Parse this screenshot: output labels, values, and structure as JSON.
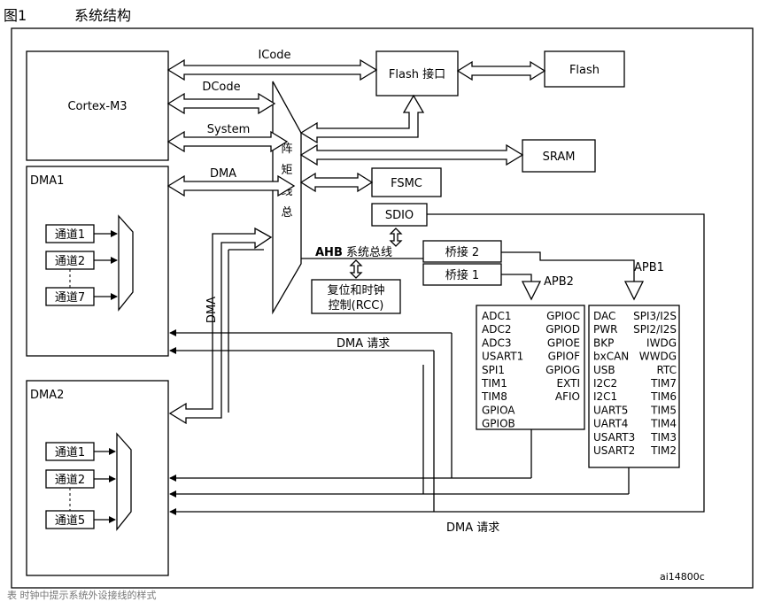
{
  "header": {
    "fig_num": "图1",
    "fig_title": "系统结构"
  },
  "cortex": "Cortex-M3",
  "buses": {
    "icode": "ICode",
    "dcode": "DCode",
    "system": "System",
    "dma": "DMA"
  },
  "flash_if": "Flash 接口",
  "flash": "Flash",
  "sram": "SRAM",
  "fsmc": "FSMC",
  "sdio": "SDIO",
  "matrix": [
    "总",
    "线",
    "矩",
    "阵"
  ],
  "ahb": {
    "bold": "AHB",
    "rest": "系统总线"
  },
  "bridge2": "桥接 2",
  "bridge1": "桥接 1",
  "apb2": "APB2",
  "apb1": "APB1",
  "rcc": {
    "line1": "复位和时钟",
    "line2": "控制(RCC)"
  },
  "dma1": {
    "title": "DMA1",
    "channels": [
      "通道1",
      "通道2",
      "通道7"
    ]
  },
  "dma2": {
    "title": "DMA2",
    "channels": [
      "通道1",
      "通道2",
      "通道5"
    ]
  },
  "dma_vertical": "DMA",
  "dma_request": "DMA 请求",
  "apb2_periph": {
    "left": [
      "ADC1",
      "ADC2",
      "ADC3",
      "USART1",
      "SPI1",
      "TIM1",
      "TIM8",
      "GPIOA",
      "GPIOB"
    ],
    "right": [
      "GPIOC",
      "GPIOD",
      "GPIOE",
      "GPIOF",
      "GPIOG",
      "EXTI",
      "AFIO"
    ]
  },
  "apb1_periph": {
    "left": [
      "DAC",
      "PWR",
      "BKP",
      "bxCAN",
      "USB",
      "I2C2",
      "I2C1",
      "UART5",
      "UART4",
      "USART3",
      "USART2"
    ],
    "right": [
      "SPI3/I2S",
      "SPI2/I2S",
      "IWDG",
      "WWDG",
      "RTC",
      "TIM7",
      "TIM6",
      "TIM5",
      "TIM4",
      "TIM3",
      "TIM2"
    ]
  },
  "figure_id": "ai14800c",
  "caption": "表 时钟中提示系统外设接线的样式"
}
